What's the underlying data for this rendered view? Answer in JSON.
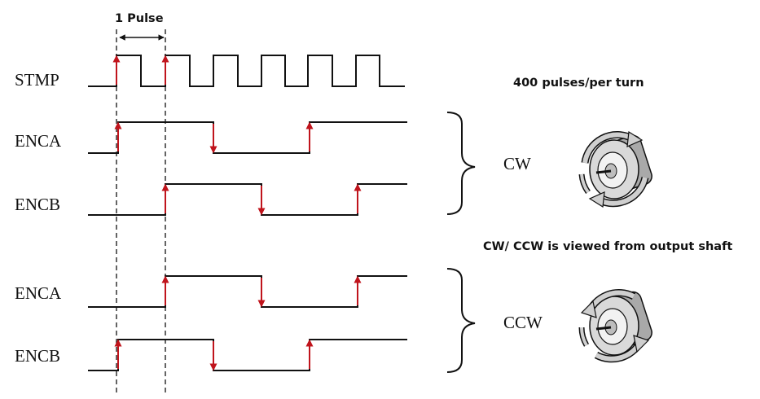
{
  "pulse_marker": {
    "label": "1 Pulse"
  },
  "signals": [
    {
      "id": "stmp",
      "label": "STMP"
    },
    {
      "id": "cw-enca",
      "label": "ENCA"
    },
    {
      "id": "cw-encb",
      "label": "ENCB"
    },
    {
      "id": "ccw-enca",
      "label": "ENCA"
    },
    {
      "id": "ccw-encb",
      "label": "ENCB"
    }
  ],
  "notes": {
    "resolution": "400 pulses/per turn",
    "view": "CW/ CCW is viewed from output shaft"
  },
  "groups": {
    "cw": {
      "label": "CW",
      "icon": "motor-rotation-cw-icon"
    },
    "ccw": {
      "label": "CCW",
      "icon": "motor-rotation-ccw-icon"
    }
  },
  "colors": {
    "edge_marker": "#c0141c",
    "line": "#111111",
    "motor_body": "#cfcfcf",
    "rotation_arrow": "#bdbdbd"
  }
}
